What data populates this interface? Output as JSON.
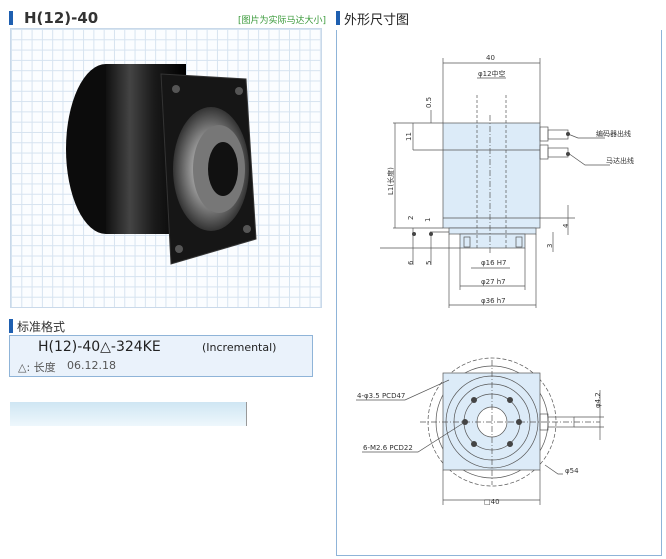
{
  "left": {
    "title": "H(12)-40",
    "note": "[图片为实际马达大小]",
    "section_title": "标准格式",
    "model_code": "H(12)-40△-324KE",
    "model_type": "(Incremental)",
    "legend": "△: 长度",
    "date": "06.12.18"
  },
  "right": {
    "title": "外形尺寸图",
    "dims": {
      "width": "40",
      "bore": "φ12中空",
      "d05": "0.5",
      "d11": "11",
      "l1": "L1(长度)",
      "d2": "2",
      "d1": "1",
      "d6": "6",
      "d5": "5",
      "d4": "4",
      "d3": "3",
      "phi16": "φ16 H7",
      "phi27": "φ27 h7",
      "phi36": "φ36 h7",
      "encoder_out": "编码器出线",
      "motor_out": "马达出线",
      "holes4": "4-φ3.5 PCD47",
      "holes6": "6-M2.6 PCD22",
      "phi54": "φ54",
      "phi42": "φ4.2",
      "sq40": "□40"
    }
  },
  "colors": {
    "accent": "#1e5fb0",
    "fill": "#dcebf8",
    "note": "#3a9a3a"
  }
}
